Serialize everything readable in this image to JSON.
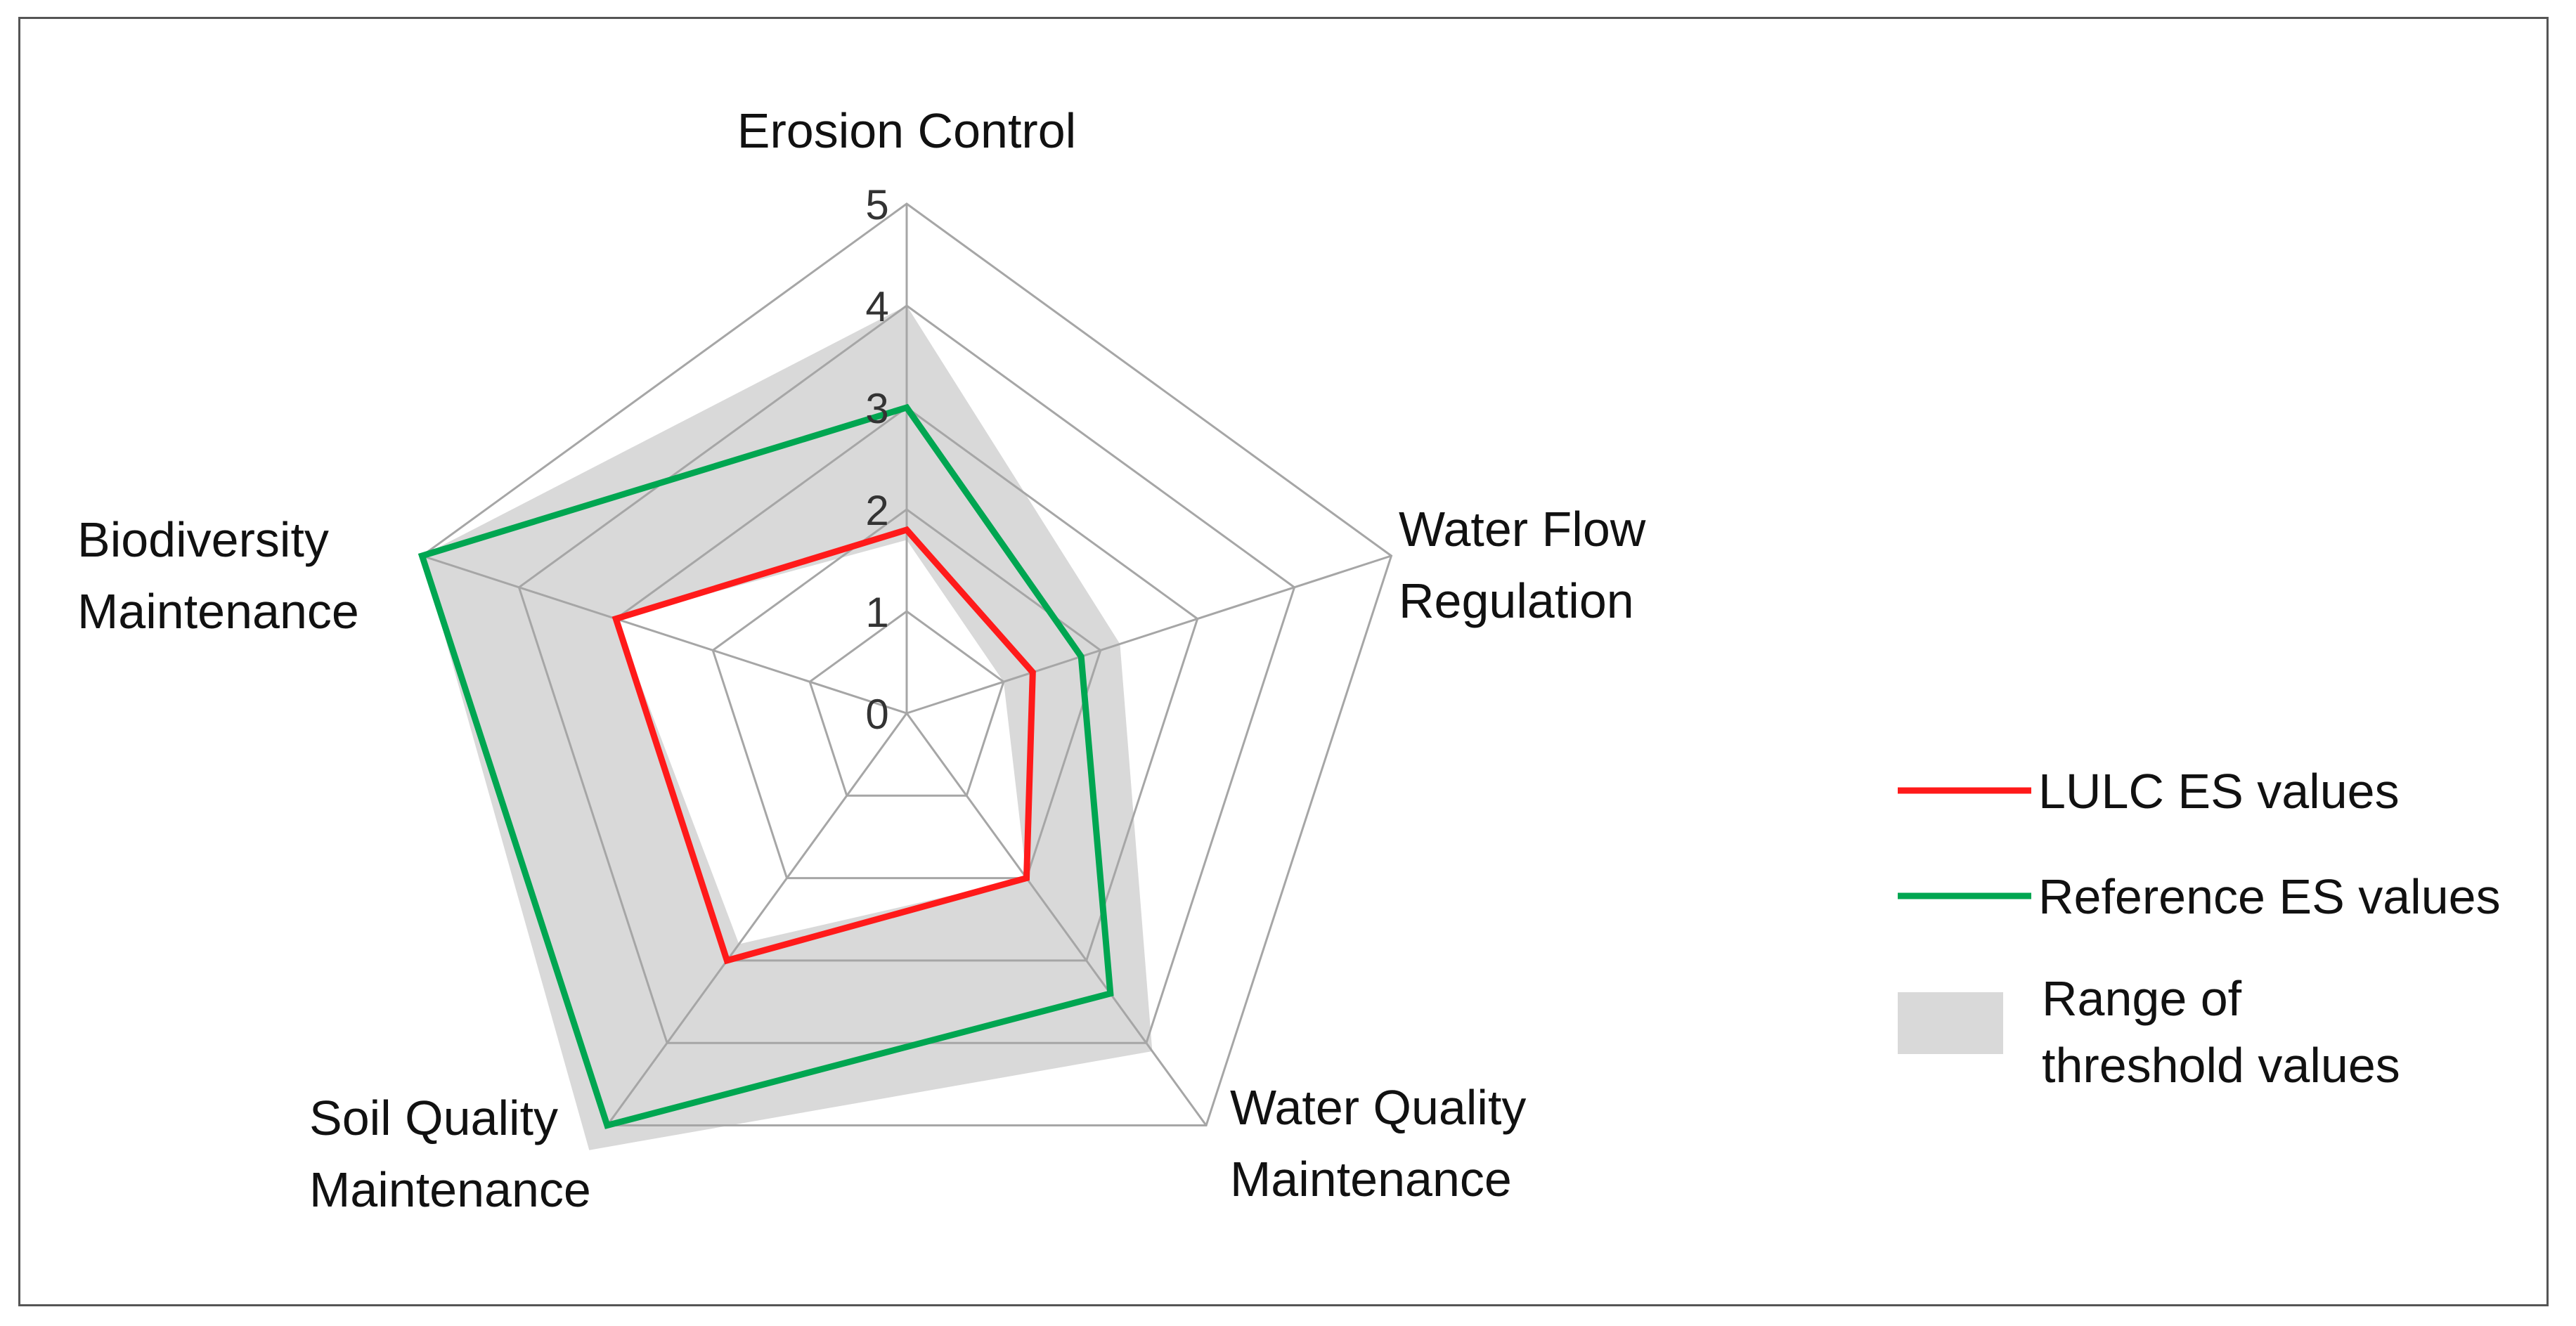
{
  "chart_data": {
    "type": "radar",
    "axes": [
      "Erosion Control",
      "Water Flow Regulation",
      "Water Quality Maintenance",
      "Soil Quality Maintenance",
      "Biodiversity Maintenance"
    ],
    "axis_label_lines": [
      [
        "Erosion Control"
      ],
      [
        "Water Flow",
        "Regulation"
      ],
      [
        "Water Quality",
        "Maintenance"
      ],
      [
        "Soil Quality",
        "Maintenance"
      ],
      [
        "Biodiversity",
        "Maintenance"
      ]
    ],
    "scale": {
      "min": 0,
      "max": 5,
      "ticks": [
        "0",
        "1",
        "2",
        "3",
        "4",
        "5"
      ]
    },
    "series": [
      {
        "name": "LULC ES values",
        "values": [
          1.8,
          1.3,
          2.0,
          3.0,
          3.0
        ],
        "color": "#ff1a1a"
      },
      {
        "name": "Reference ES values",
        "values": [
          3.0,
          1.8,
          3.4,
          5.0,
          5.0
        ],
        "color": "#00a651"
      }
    ],
    "threshold_range": {
      "name": "Range of threshold values",
      "label_lines": [
        "Range of",
        "threshold values"
      ],
      "lower": [
        1.7,
        1.0,
        2.0,
        2.8,
        3.0
      ],
      "upper": [
        4.0,
        2.2,
        4.1,
        5.3,
        5.0
      ],
      "color": "#d9d9d9"
    },
    "legend": {
      "position": "right"
    },
    "grid": true
  }
}
